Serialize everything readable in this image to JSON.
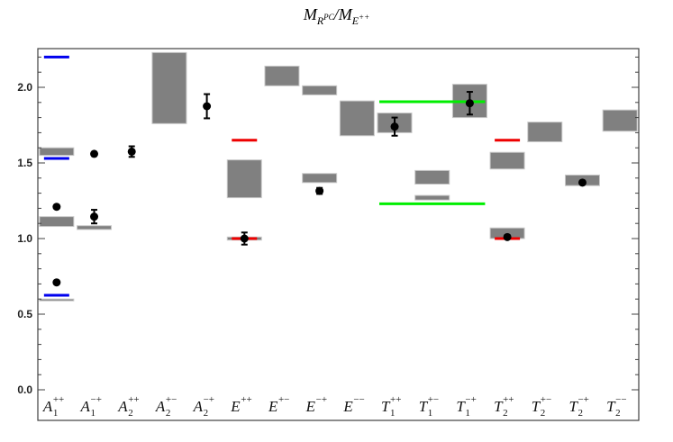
{
  "chart_data": {
    "type": "bar",
    "title": "M_{R^{PC}} / M_{E^{++}}",
    "title_parts": {
      "num_base": "M",
      "num_sub": "R",
      "num_sub_sup": "PC",
      "den_base": "M",
      "den_sub": "E",
      "den_sub_sup": "++"
    },
    "xlabel": "",
    "ylabel": "",
    "ylim": [
      -0.08,
      2.26
    ],
    "yticks_major": [
      0.0,
      0.5,
      1.0,
      1.5,
      2.0
    ],
    "ytick_labels": [
      "0.0",
      "0.5",
      "1.0",
      "1.5",
      "2.0"
    ],
    "ytick_minor_step": 0.1,
    "grid": false,
    "legend": null,
    "categories": [
      {
        "base": "A",
        "sub": "1",
        "sup": "++"
      },
      {
        "base": "A",
        "sub": "1",
        "sup": "−+"
      },
      {
        "base": "A",
        "sub": "2",
        "sup": "++"
      },
      {
        "base": "A",
        "sub": "2",
        "sup": "+−"
      },
      {
        "base": "A",
        "sub": "2",
        "sup": "−+"
      },
      {
        "base": "E",
        "sub": "",
        "sup": "++"
      },
      {
        "base": "E",
        "sub": "",
        "sup": "+−"
      },
      {
        "base": "E",
        "sub": "",
        "sup": "−+"
      },
      {
        "base": "E",
        "sub": "",
        "sup": "−−"
      },
      {
        "base": "T",
        "sub": "1",
        "sup": "++"
      },
      {
        "base": "T",
        "sub": "1",
        "sup": "+−"
      },
      {
        "base": "T",
        "sub": "1",
        "sup": "−+"
      },
      {
        "base": "T",
        "sub": "2",
        "sup": "++"
      },
      {
        "base": "T",
        "sub": "2",
        "sup": "+−"
      },
      {
        "base": "T",
        "sub": "2",
        "sup": "−+"
      },
      {
        "base": "T",
        "sub": "2",
        "sup": "−−"
      }
    ],
    "colors": {
      "band": "#808080",
      "band_edge": "#c8c8c8",
      "point": "#000000",
      "blue": "#0000ee",
      "red": "#ee0000",
      "green": "#00ee00",
      "axis": "#404040"
    },
    "series": [
      {
        "name": "bands",
        "kind": "range",
        "values": [
          {
            "cat": 0,
            "lo": 1.55,
            "hi": 1.6
          },
          {
            "cat": 0,
            "lo": 1.08,
            "hi": 1.145
          },
          {
            "cat": 0,
            "lo": 0.59,
            "hi": 0.6
          },
          {
            "cat": 1,
            "lo": 1.06,
            "hi": 1.085
          },
          {
            "cat": 3,
            "lo": 1.76,
            "hi": 2.23
          },
          {
            "cat": 5,
            "lo": 1.27,
            "hi": 1.52
          },
          {
            "cat": 5,
            "lo": 0.99,
            "hi": 1.01
          },
          {
            "cat": 6,
            "lo": 2.01,
            "hi": 2.14
          },
          {
            "cat": 7,
            "lo": 1.95,
            "hi": 2.01
          },
          {
            "cat": 7,
            "lo": 1.37,
            "hi": 1.43
          },
          {
            "cat": 8,
            "lo": 1.68,
            "hi": 1.91
          },
          {
            "cat": 9,
            "lo": 1.7,
            "hi": 1.83
          },
          {
            "cat": 10,
            "lo": 1.36,
            "hi": 1.45
          },
          {
            "cat": 10,
            "lo": 1.255,
            "hi": 1.285
          },
          {
            "cat": 11,
            "lo": 1.8,
            "hi": 2.02
          },
          {
            "cat": 12,
            "lo": 1.46,
            "hi": 1.57
          },
          {
            "cat": 12,
            "lo": 1.0,
            "hi": 1.07
          },
          {
            "cat": 13,
            "lo": 1.64,
            "hi": 1.77
          },
          {
            "cat": 14,
            "lo": 1.35,
            "hi": 1.42
          },
          {
            "cat": 15,
            "lo": 1.71,
            "hi": 1.85
          }
        ]
      },
      {
        "name": "points",
        "kind": "errorbar",
        "values": [
          {
            "cat": 0,
            "y": 1.21,
            "err": 0.0
          },
          {
            "cat": 0,
            "y": 0.71,
            "err": 0.0
          },
          {
            "cat": 1,
            "y": 1.56,
            "err": 0.0
          },
          {
            "cat": 1,
            "y": 1.145,
            "err": 0.045
          },
          {
            "cat": 2,
            "y": 1.575,
            "err": 0.035
          },
          {
            "cat": 4,
            "y": 1.875,
            "err": 0.08
          },
          {
            "cat": 5,
            "y": 1.0,
            "err": 0.04
          },
          {
            "cat": 7,
            "y": 1.315,
            "err": 0.02
          },
          {
            "cat": 9,
            "y": 1.74,
            "err": 0.06
          },
          {
            "cat": 11,
            "y": 1.895,
            "err": 0.075
          },
          {
            "cat": 12,
            "y": 1.01,
            "err": 0.0
          },
          {
            "cat": 14,
            "y": 1.37,
            "err": 0.0
          }
        ]
      },
      {
        "name": "blue-lines",
        "kind": "hline",
        "color": "blue",
        "values": [
          {
            "cat_from": 0,
            "cat_to": 0,
            "y": 2.2
          },
          {
            "cat_from": 0,
            "cat_to": 0,
            "y": 1.53
          },
          {
            "cat_from": 0,
            "cat_to": 0,
            "y": 0.625
          }
        ]
      },
      {
        "name": "red-lines",
        "kind": "hline",
        "color": "red",
        "values": [
          {
            "cat_from": 5,
            "cat_to": 5,
            "y": 1.65
          },
          {
            "cat_from": 5,
            "cat_to": 5,
            "y": 1.0
          },
          {
            "cat_from": 12,
            "cat_to": 12,
            "y": 1.65
          },
          {
            "cat_from": 12,
            "cat_to": 12,
            "y": 1.0
          }
        ]
      },
      {
        "name": "green-lines",
        "kind": "hline",
        "color": "green",
        "values": [
          {
            "cat_from": 9,
            "cat_to": 11,
            "y": 1.905
          },
          {
            "cat_from": 9,
            "cat_to": 11,
            "y": 1.23
          }
        ]
      }
    ]
  }
}
